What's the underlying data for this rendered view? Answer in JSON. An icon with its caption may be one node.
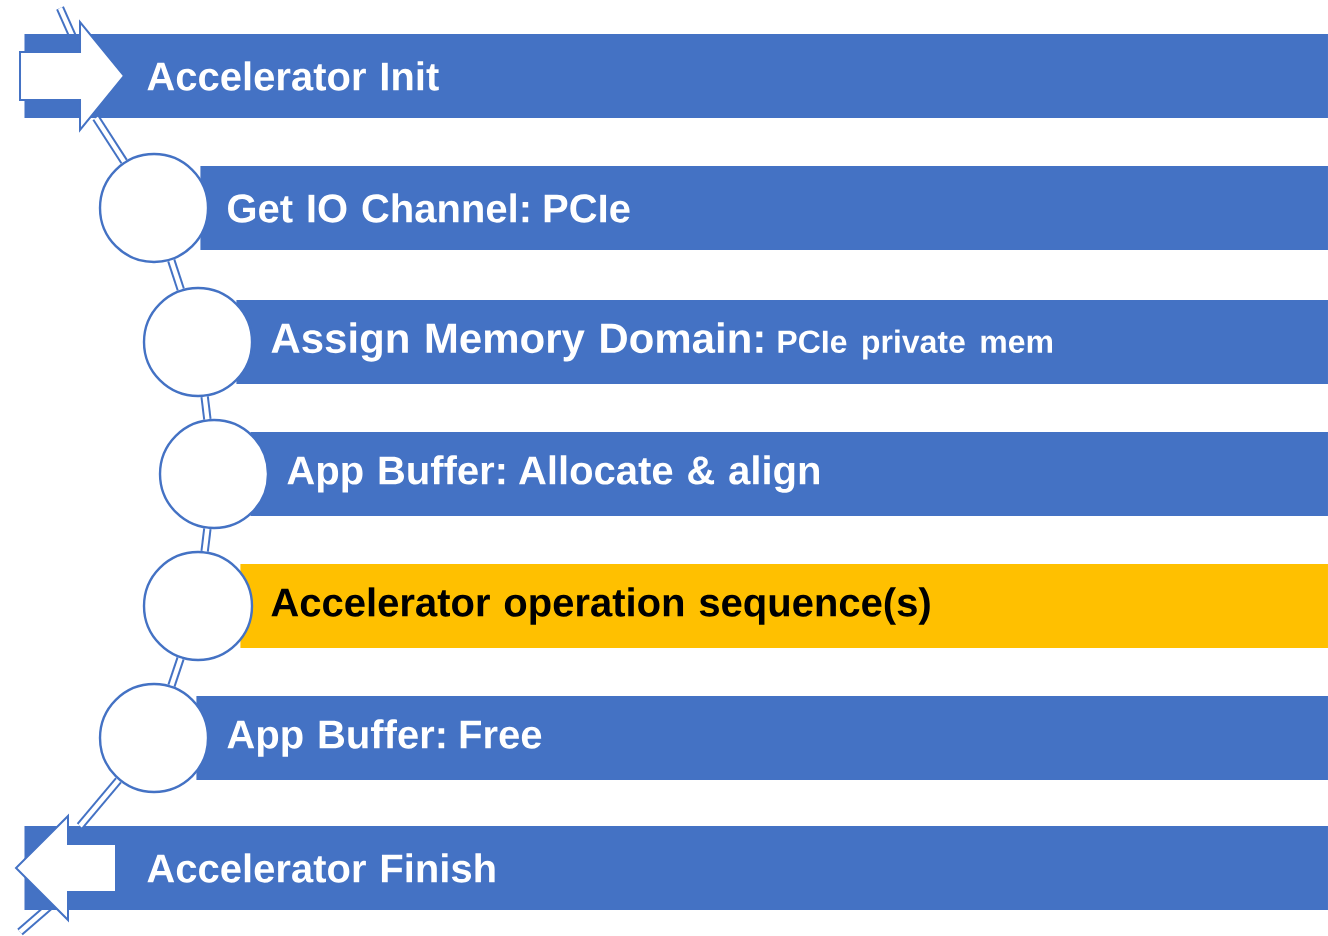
{
  "diagram": {
    "nodes": [
      {
        "text": [
          "Accelerator Init"
        ]
      },
      {
        "text": [
          "Get IO Channel: PCIe"
        ]
      },
      {
        "text": [
          "Assign Memory Domain:",
          "PCIe private mem"
        ]
      },
      {
        "text": [
          "App Buffer: Allocate & align"
        ]
      },
      {
        "text": [
          "Accelerator operation sequence(s)"
        ]
      },
      {
        "text": [
          "App Buffer: Free"
        ]
      },
      {
        "text": [
          "Accelerator Finish"
        ]
      },
      {
        "text": [],
        "shape": "circle"
      },
      {
        "text": [],
        "shape": "circle"
      },
      {
        "text": [],
        "shape": "circle"
      },
      {
        "text": [],
        "shape": "circle"
      },
      {
        "text": [],
        "shape": "circle"
      }
    ],
    "edges": [
      {
        "from": 0,
        "to": 7,
        "arrow": "none"
      },
      {
        "from": 7,
        "to": 8,
        "arrow": "none"
      },
      {
        "from": 8,
        "to": 9,
        "arrow": "none"
      },
      {
        "from": 9,
        "to": 10,
        "arrow": "none"
      },
      {
        "from": 10,
        "to": 11,
        "arrow": "none"
      },
      {
        "from": 11,
        "to": 6,
        "arrow": "none"
      }
    ]
  }
}
